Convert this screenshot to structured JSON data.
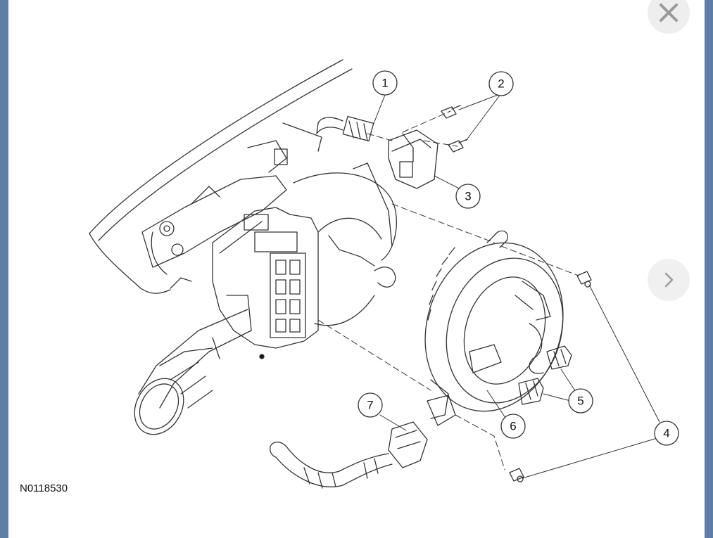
{
  "viewer": {
    "close_icon": "close-icon",
    "next_icon": "chevron-right-icon",
    "figure_id": "N0118530"
  },
  "callouts": {
    "c1": "1",
    "c2": "2",
    "c3": "3",
    "c4": "4",
    "c5": "5",
    "c6": "6",
    "c7": "7"
  },
  "colors": {
    "frame": "#5f7ea6",
    "background": "#ffffff",
    "line": "#333333",
    "button_bg": "#eeeeee",
    "icon": "#9a9a9a"
  }
}
